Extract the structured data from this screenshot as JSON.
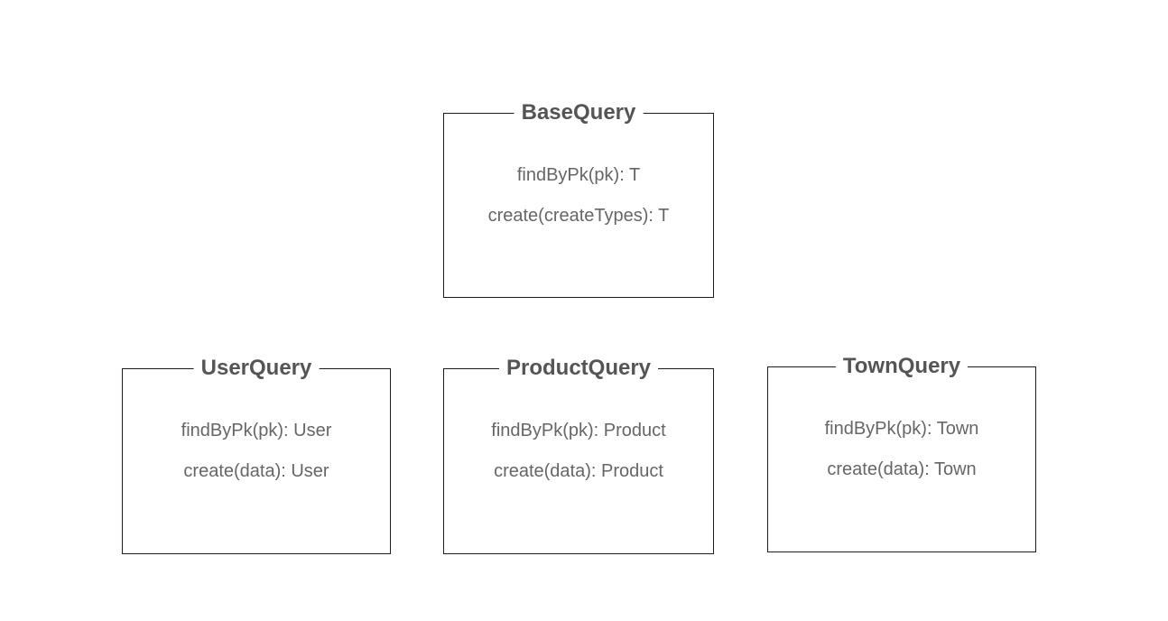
{
  "diagram": {
    "background_color": "#ffffff",
    "border_color": "#1c1c1c",
    "title_color": "#555555",
    "method_color": "#666666",
    "boxes": [
      {
        "title": "BaseQuery",
        "methods": [
          "findByPk(pk): T",
          "create(createTypes): T"
        ]
      },
      {
        "title": "UserQuery",
        "methods": [
          "findByPk(pk): User",
          "create(data): User"
        ]
      },
      {
        "title": "ProductQuery",
        "methods": [
          "findByPk(pk): Product",
          "create(data): Product"
        ]
      },
      {
        "title": "TownQuery",
        "methods": [
          "findByPk(pk): Town",
          "create(data): Town"
        ]
      }
    ]
  }
}
